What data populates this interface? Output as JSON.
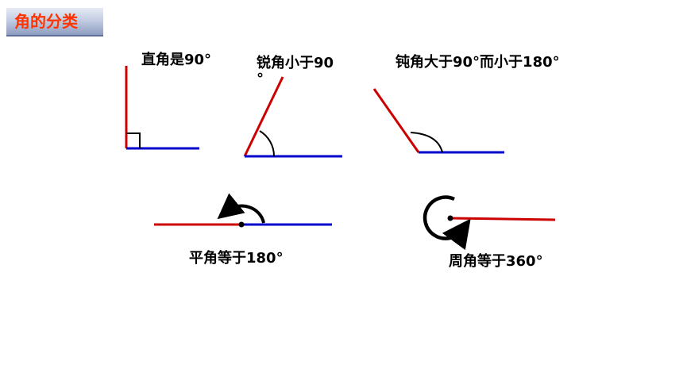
{
  "header": {
    "title": "角的分类"
  },
  "labels": {
    "right": "直角是90°",
    "acute_line1": "锐角小于90",
    "acute_line2": "°",
    "obtuse": "钝角大于90°而小于180°",
    "straight": "平角等于180°",
    "full": "周角等于360°"
  },
  "colors": {
    "title_text": "#ff3300",
    "ray_red": "#cc0000",
    "ray_blue": "#0000cc",
    "arc": "#000000"
  }
}
